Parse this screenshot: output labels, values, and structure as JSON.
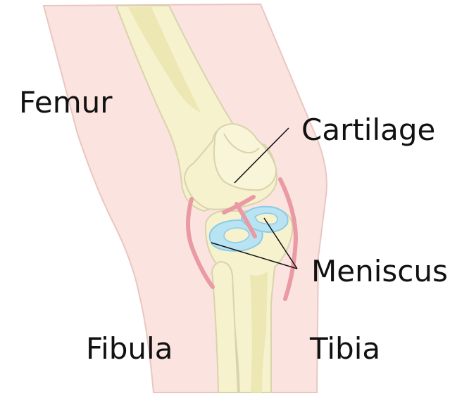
{
  "diagram": {
    "labels": {
      "femur": "Femur",
      "cartilage": "Cartilage",
      "meniscus": "Meniscus",
      "fibula": "Fibula",
      "tibia": "Tibia"
    }
  },
  "colors": {
    "skin": "#fbe3df",
    "skin_edge": "#e9c7c1",
    "bone": "#f6f2cd",
    "bone_shade": "#ede7b3",
    "bone_edge": "#d9d3ad",
    "ligament": "#e99aa3",
    "meniscus": "#b8e3f3",
    "meniscus_edge": "#8ccbe4",
    "pointer_line": "#111111",
    "label_text": "#111111"
  }
}
